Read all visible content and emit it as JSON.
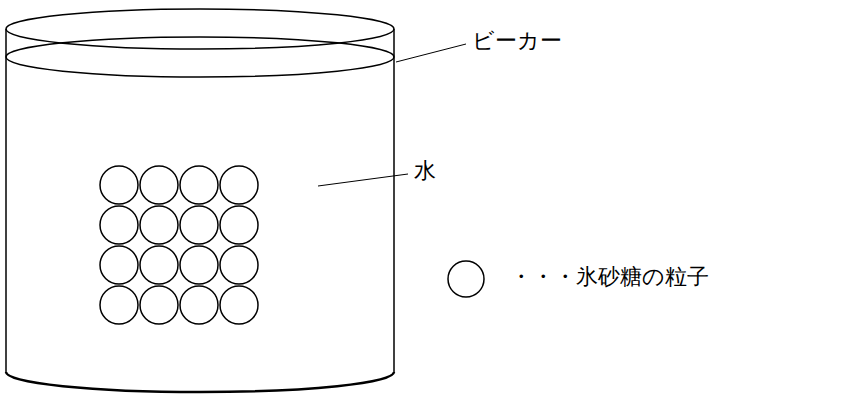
{
  "diagram": {
    "labels": [
      "ビーカー",
      "水"
    ],
    "legend": [
      {
        "text": "・・・氷砂糖の粒子"
      }
    ]
  }
}
